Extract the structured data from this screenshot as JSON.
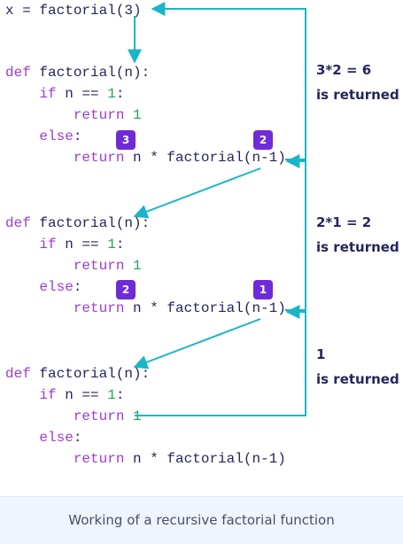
{
  "call_line": "x = factorial(3)",
  "blocks": [
    {
      "def_kw": "def",
      "def_rest": " factorial(n):",
      "if_kw": "if",
      "if_rest": " n == ",
      "if_num": "1",
      "if_colon": ":",
      "return_kw": "return",
      "return_num": "1",
      "else_kw": "else",
      "else_colon": ":",
      "return2_kw": "return",
      "return2_rest": " n * factorial(n-1)",
      "badge_left": "3",
      "badge_right": "2"
    },
    {
      "def_kw": "def",
      "def_rest": " factorial(n):",
      "if_kw": "if",
      "if_rest": " n == ",
      "if_num": "1",
      "if_colon": ":",
      "return_kw": "return",
      "return_num": "1",
      "else_kw": "else",
      "else_colon": ":",
      "return2_kw": "return",
      "return2_rest": " n * factorial(n-1)",
      "badge_left": "2",
      "badge_right": "1"
    },
    {
      "def_kw": "def",
      "def_rest": " factorial(n):",
      "if_kw": "if",
      "if_rest": " n == ",
      "if_num": "1",
      "if_colon": ":",
      "return_kw": "return",
      "return_num": "1",
      "else_kw": "else",
      "else_colon": ":",
      "return2_kw": "return",
      "return2_rest": " n * factorial(n-1)"
    }
  ],
  "notes": [
    {
      "line1": "3*2 = 6",
      "line2": "is returned"
    },
    {
      "line1": "2*1 = 2",
      "line2": "is returned"
    },
    {
      "line1": "1",
      "line2": "is returned"
    }
  ],
  "caption": "Working of a recursive factorial function",
  "colors": {
    "arrow": "#19b5c9",
    "keyword": "#9b3cd6",
    "number": "#1ea55b",
    "badge": "#6f2bd8",
    "text": "#25265e",
    "caption_bg": "#f0f4fc"
  }
}
